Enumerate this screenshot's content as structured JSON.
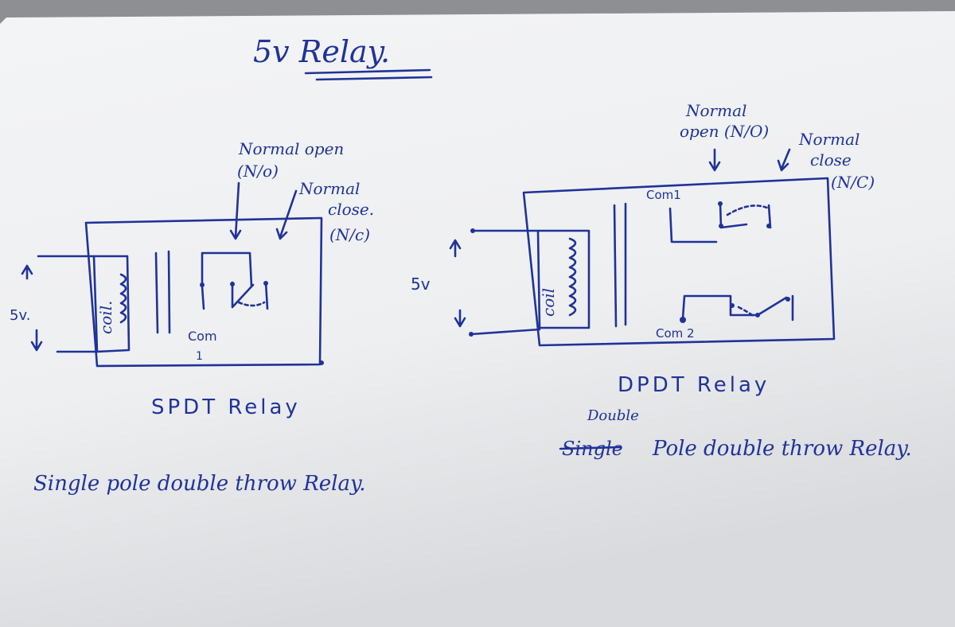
{
  "title": "5v Relay.",
  "spdt": {
    "normal_open": "Normal open",
    "no_abbr": "(N/o)",
    "normal_close": "Normal",
    "close_word": "close.",
    "nc_abbr": "(N/c)",
    "coil": "coil.",
    "voltage": "5v.",
    "com": "Com",
    "com_num": "1",
    "name": "SPDT Relay",
    "description": "Single pole double throw Relay."
  },
  "dpdt": {
    "normal_open_1": "Normal",
    "normal_open_2": "open (N/O)",
    "normal_close_1": "Normal",
    "normal_close_2": "close",
    "nc_abbr": "(N/C)",
    "com1": "Com1",
    "com2": "Com 2",
    "coil": "coil",
    "voltage": "5v",
    "name": "DPDT Relay",
    "double_word": "Double",
    "struck_word": "Single",
    "description": "Pole double throw Relay."
  }
}
